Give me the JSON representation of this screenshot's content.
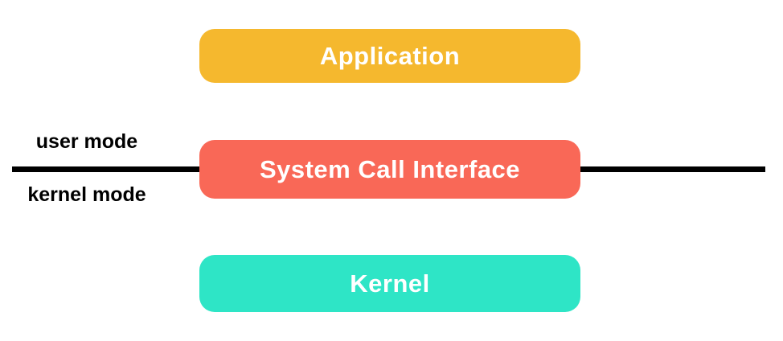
{
  "diagram": {
    "boxes": [
      {
        "label": "Application",
        "color": "#F5B82E"
      },
      {
        "label": "System Call Interface",
        "color": "#F96857"
      },
      {
        "label": "Kernel",
        "color": "#2EE5C6"
      }
    ],
    "mode_divider": {
      "user_label": "user mode",
      "kernel_label": "kernel mode",
      "line_color": "#000000"
    },
    "box_text_color": "#FFFFFF",
    "background_color": "#FFFFFF"
  }
}
